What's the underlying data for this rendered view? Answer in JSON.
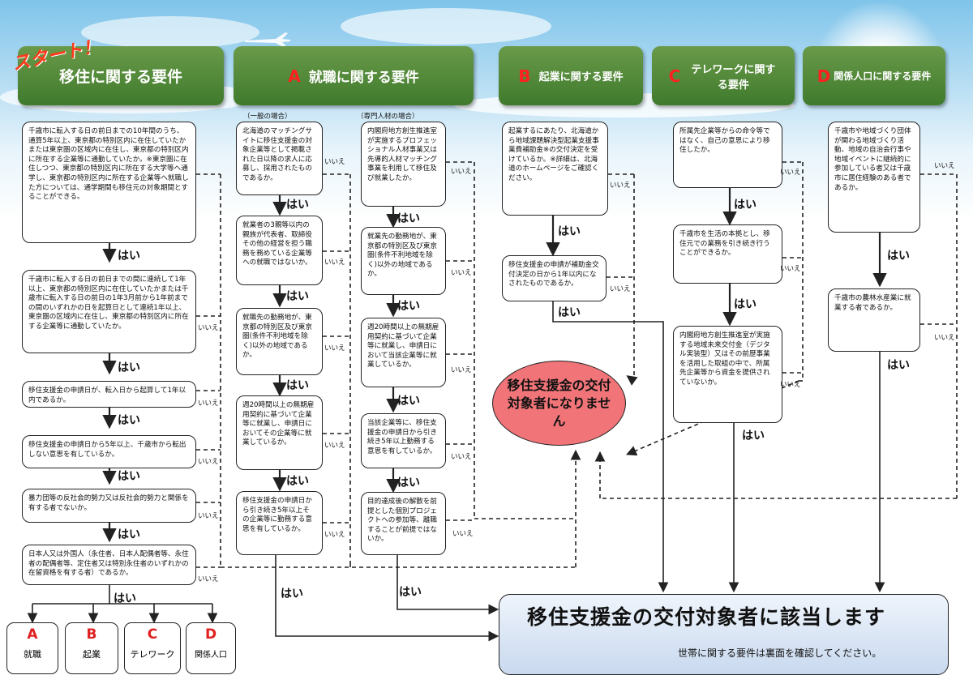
{
  "start_label": "スタート！",
  "headers": {
    "migration": {
      "title": "移住に関する要件"
    },
    "A": {
      "letter": "A",
      "title": "就職に関する要件"
    },
    "B": {
      "letter": "B",
      "title": "起業に関する要件"
    },
    "C": {
      "letter": "C",
      "title": "テレワークに関する要件"
    },
    "D": {
      "letter": "D",
      "title": "関係人口に関する要件"
    }
  },
  "sub_labels": {
    "general": "（一般の場合）",
    "professional": "（専門人材の場合）"
  },
  "yes": "はい",
  "no": "いいえ",
  "migration_boxes": [
    "千歳市に転入する日の前日までの10年間のうち、通算5年以上、東京都の特別区内に在住していたかまたは東京圏の区域内に在住し、東京都の特別区内に所在する企業等に通勤していたか。※東京圏に在住しつつ、東京都の特別区内に所在する大学等へ通学し、東京都の特別区内に所在する企業等へ就職した方については、通学期間も移住元の対象期間とすることができる。",
    "千歳市に転入する日の前日までの間に連続して1年以上、東京都の特別区内に在住していたかまたは千歳市に転入する日の前日の1年3月前から1年前までの間のいずれかの日を起算日として連続1年以上、東京圏の区域内に在住し、東京都の特別区内に所在する企業等に通勤していたか。",
    "移住支援金の申請日が、転入日から起算して1年以内であるか。",
    "移住支援金の申請日から5年以上、千歳市から転出しない意思を有しているか。",
    "暴力団等の反社会的勢力又は反社会的勢力と関係を有する者でないか。",
    "日本人又は外国人（永住者、日本人配偶者等、永住者の配偶者等、定住者又は特別永住者のいずれかの在留資格を有する者）であるか。"
  ],
  "choices": [
    {
      "letter": "A",
      "label": "就職"
    },
    {
      "letter": "B",
      "label": "起業"
    },
    {
      "letter": "C",
      "label": "テレワーク"
    },
    {
      "letter": "D",
      "label": "関係人口"
    }
  ],
  "a_general_boxes": [
    "北海道のマッチングサイトに移住支援金の対象企業等として掲載された日以降の求人に応募し、採用されたものであるか。",
    "就業者の3親等以内の親族が代表者、取締役その他の経営を担う職務を務めている企業等への就職ではないか。",
    "就職先の勤務地が、東京都の特別区及び東京圏(条件不利地域を除く)以外の地域であるか。",
    "週20時間以上の無期雇用契約に基づいて企業等に就業し、申請日においてその企業等に就業しているか。",
    "移住支援金の申請日から引き続き5年以上その企業等に勤務する意思を有しているか。"
  ],
  "a_pro_boxes": [
    "内閣府地方創生推進室が実施するプロフェッショナル人材事業又は先導的人材マッチング事業を利用して移住及び就業したか。",
    "就業先の勤務地が、東京都の特別区及び東京圏(条件不利地域を除く)以外の地域であるか。",
    "週20時間以上の無期雇用契約に基づいて企業等に就業し、申請日において当該企業等に就業しているか。",
    "当該企業等に、移住支援金の申請日から引き続き5年以上勤務する意思を有しているか。",
    "目的達成後の解散を前提とした個別プロジェクトへの参加等、離職することが前提ではないか。"
  ],
  "b_boxes": [
    "起業するにあたり、北海道から地域課題解決型起業支援事業費補助金※の交付決定を受けているか。※詳細は、北海道のホームページをご確認ください。",
    "移住支援金の申請が補助金交付決定の日から1年以内になされたものであるか。"
  ],
  "c_boxes": [
    "所属先企業等からの命令等ではなく、自己の意思により移住したか。",
    "千歳市を生活の本拠とし、移住元での業務を引き続き行うことができるか。",
    "内閣府地方創生推進室が実施する地域未来交付金（デジタル実装型）又はその前歴事業を活用した取組の中で、所属先企業等から資金を提供されていないか。"
  ],
  "d_boxes": [
    "千歳市や地域づくり団体が関わる地域づくり活動、地域の自治会行事や地域イベントに継続的に参加している者又は千歳市に居住経験のある者であるか。",
    "千歳市の農林水産業に就業する者であるか。"
  ],
  "not_eligible": "移住支援金の交付対象者になりません",
  "eligible": {
    "title": "移住支援金の交付対象者に該当します",
    "note": "世帯に関する要件は裏面を確認してください。"
  }
}
